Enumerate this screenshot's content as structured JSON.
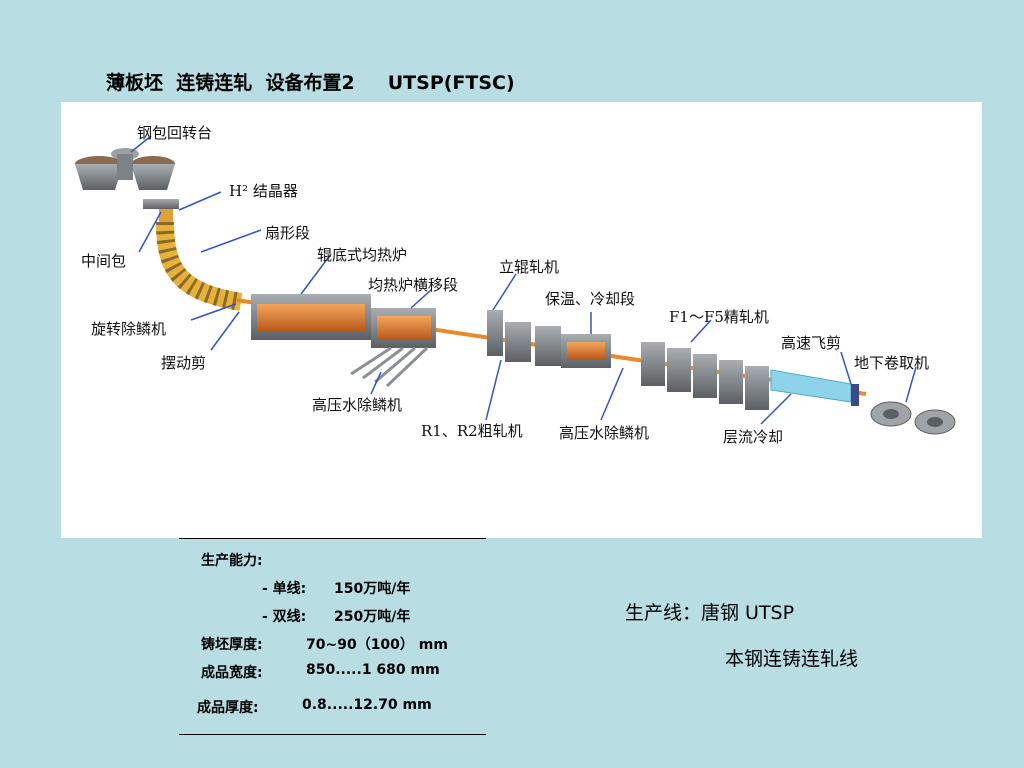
{
  "page": {
    "title": "薄板坯  连铸连轧  设备布置2     UTSP(FTSC)"
  },
  "diagram": {
    "labels": {
      "ladle_turret": "钢包回转台",
      "mold": "H² 结晶器",
      "tundish": "中间包",
      "segment": "扇形段",
      "roller_furnace": "辊底式均热炉",
      "furnace_shuttle": "均热炉横移段",
      "edger": "立辊轧机",
      "insulation_cooling": "保温、冷却段",
      "finishing_mill": "F1～F5精轧机",
      "flying_shear": "高速飞剪",
      "downcoiler": "地下卷取机",
      "rotary_descaler": "旋转除鳞机",
      "pendulum_shear": "摆动剪",
      "hp_descaler_1": "高压水除鳞机",
      "roughing_mill": "R1、R2粗轧机",
      "hp_descaler_2": "高压水除鳞机",
      "laminar_cooling": "层流冷却"
    }
  },
  "specs": {
    "capacity_label": "生产能力:",
    "single_label": "- 单线:",
    "single_value": "150万吨/年",
    "double_label": "- 双线:",
    "double_value": "250万吨/年",
    "slab_thickness_label": "铸坯厚度:",
    "slab_thickness_value": "70~90（100） mm",
    "product_width_label": "成品宽度:",
    "product_width_value": "850.....1 680 mm",
    "product_thickness_label": "成品厚度:",
    "product_thickness_value": "0.8.....12.70 mm"
  },
  "production_line": {
    "line1": "生产线：唐钢 UTSP",
    "line2": "本钢连铸连轧线"
  },
  "colors": {
    "background": "#b8dde3",
    "furnace_orange": "#d87a2a",
    "strip_orange": "#e8892b",
    "mill_gray": "#6f7478",
    "cooling_blue": "#8fd3ea"
  }
}
